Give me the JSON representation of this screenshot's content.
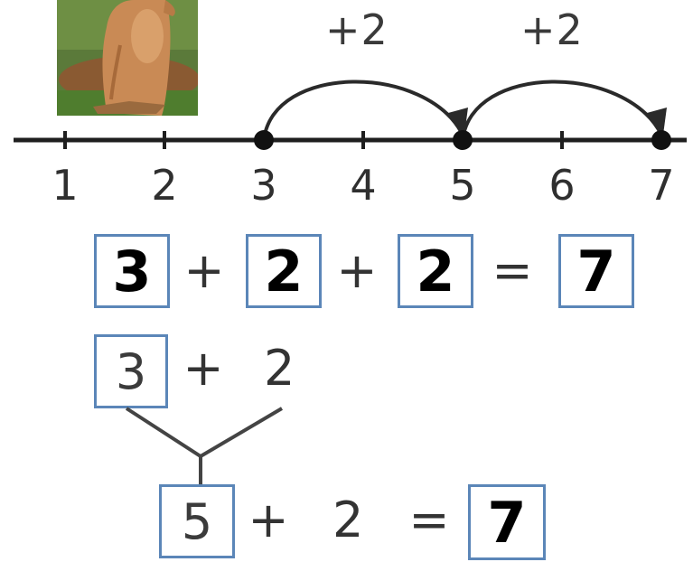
{
  "number_line": {
    "ticks": [
      "1",
      "2",
      "3",
      "4",
      "5",
      "6",
      "7"
    ],
    "marked_points": [
      3,
      5,
      7
    ],
    "jumps": [
      {
        "from": 3,
        "to": 5,
        "label": "+2"
      },
      {
        "from": 5,
        "to": 7,
        "label": "+2"
      }
    ]
  },
  "equation_main": {
    "terms": [
      "3",
      "2",
      "2"
    ],
    "operators": [
      "+",
      "+"
    ],
    "equals": "=",
    "result": "7"
  },
  "decomposition": {
    "top_term": "3",
    "top_operator": "+",
    "top_addend": "2",
    "combined": "5",
    "bottom_operator": "+",
    "bottom_addend": "2",
    "equals": "=",
    "result": "7"
  },
  "colors": {
    "box_border": "#5b86b8",
    "line": "#1f1f1f",
    "text": "#333333"
  }
}
